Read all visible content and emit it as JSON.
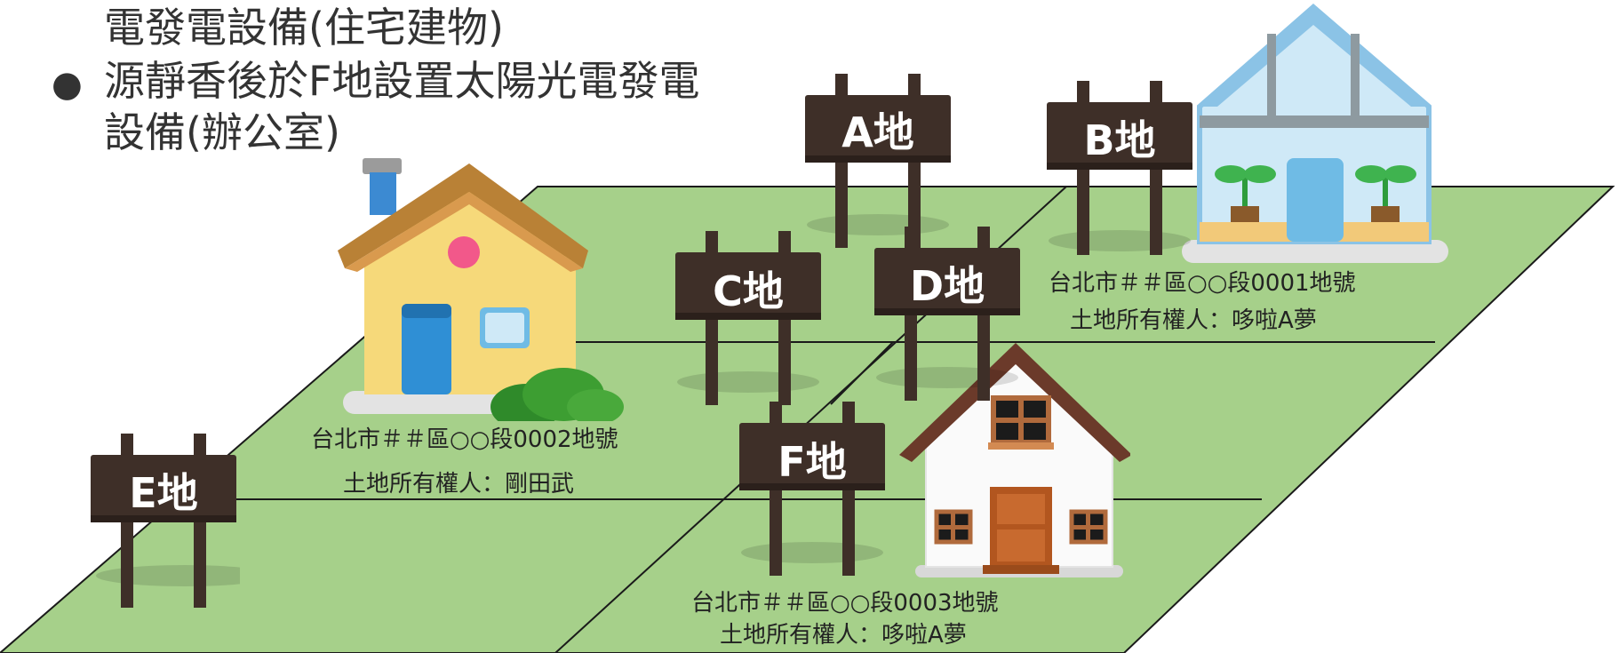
{
  "colors": {
    "field": "#a6d08a",
    "field_line": "#1a1a1a",
    "sign_wood": "#3e2f28",
    "sign_wood_dark": "#2b201b",
    "text": "#333333"
  },
  "bullets": [
    {
      "text": "電發電設備(住宅建物)",
      "has_dot": false
    },
    {
      "text": "源靜香後於F地設置太陽光電發電",
      "has_dot": true
    },
    {
      "text": "設備(辦公室)",
      "has_dot": false
    }
  ],
  "signs": {
    "a": "A地",
    "b": "B地",
    "c": "C地",
    "d": "D地",
    "e": "E地",
    "f": "F地"
  },
  "captions": {
    "greenhouse": {
      "address": "台北市＃＃區○○段0001地號",
      "owner": "土地所有權人：哆啦A夢"
    },
    "yellow_house": {
      "address": "台北市＃＃區○○段0002地號",
      "owner": "土地所有權人：剛田武"
    },
    "white_house": {
      "address": "台北市＃＃區○○段0003地號",
      "owner": "土地所有權人：哆啦A夢"
    }
  },
  "icons": [
    "yellow-house-icon",
    "greenhouse-icon",
    "white-house-icon",
    "bush-icon",
    "sprout-icon"
  ]
}
